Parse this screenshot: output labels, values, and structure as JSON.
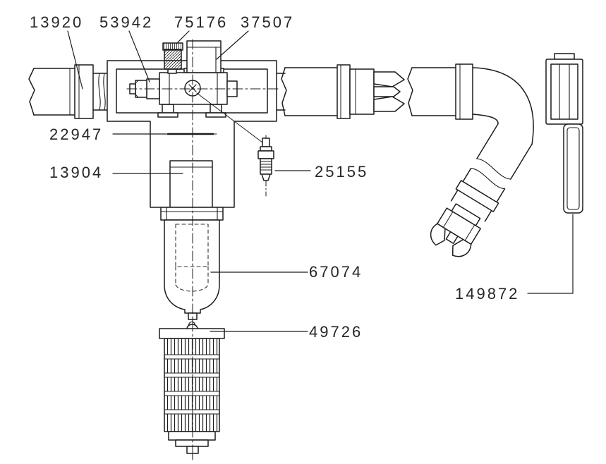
{
  "diagram_type": "exploded-parts-diagram",
  "labels": {
    "p13920": "13920",
    "p53942": "53942",
    "p75176": "75176",
    "p37507": "37507",
    "p22947": "22947",
    "p13904": "13904",
    "p25155": "25155",
    "p67074": "67074",
    "p49726": "49726",
    "p149872": "149872"
  },
  "colors": {
    "line": "#1c1c1c",
    "label_text": "#262626",
    "background": "#ffffff"
  }
}
